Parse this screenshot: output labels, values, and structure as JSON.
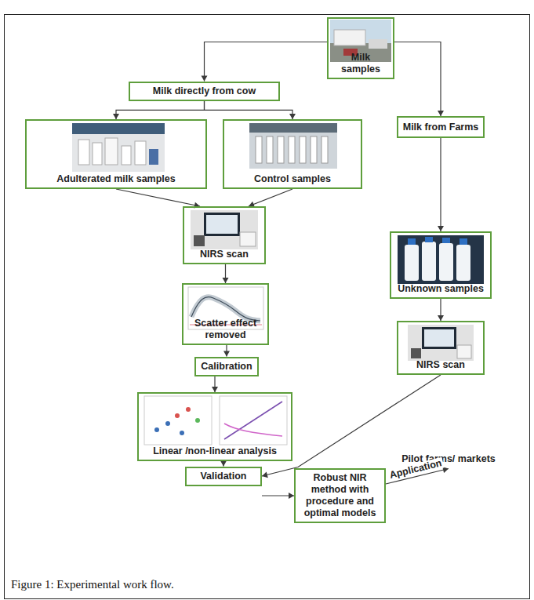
{
  "diagram": {
    "caption": "Figure 1: Experimental work flow.",
    "nodes": [
      {
        "text": [
          "Milk samples"
        ]
      },
      {
        "text": [
          "Milk directly from cow"
        ]
      },
      {
        "text": [
          "Milk from Farms"
        ]
      },
      {
        "text": [
          "Adulterated milk samples"
        ]
      },
      {
        "text": [
          "Control samples"
        ]
      },
      {
        "text": [
          "NIRS scan"
        ]
      },
      {
        "text": [
          "Unknown samples"
        ]
      },
      {
        "text": [
          "Scatter effect removed"
        ]
      },
      {
        "text": [
          "NIRS scan"
        ]
      },
      {
        "text": [
          "Calibration"
        ]
      },
      {
        "text": [
          "Linear /non-linear analysis"
        ]
      },
      {
        "text": [
          "Validation"
        ]
      },
      {
        "text": [
          "Robust NIR method with procedure and optimal models"
        ]
      },
      {
        "text": [
          "Pilot farms/ markets"
        ]
      }
    ],
    "edges": [
      {
        "from": 0,
        "to": 1,
        "arrow": "to"
      },
      {
        "from": 0,
        "to": 2,
        "arrow": "to"
      },
      {
        "from": 1,
        "to": 3,
        "arrow": "to"
      },
      {
        "from": 1,
        "to": 4,
        "arrow": "to"
      },
      {
        "from": 3,
        "to": 5,
        "arrow": "to"
      },
      {
        "from": 4,
        "to": 5,
        "arrow": "to"
      },
      {
        "from": 2,
        "to": 6,
        "arrow": "to"
      },
      {
        "from": 5,
        "to": 7,
        "arrow": "to"
      },
      {
        "from": 6,
        "to": 8,
        "arrow": "to"
      },
      {
        "from": 7,
        "to": 9,
        "arrow": "to"
      },
      {
        "from": 9,
        "to": 10,
        "arrow": "to"
      },
      {
        "from": 10,
        "to": 11,
        "arrow": "to"
      },
      {
        "from": 8,
        "to": 11,
        "arrow": "to"
      },
      {
        "from": 11,
        "to": 12,
        "arrow": "to"
      },
      {
        "from": 12,
        "to": 13,
        "label": "Application",
        "arrow": "to"
      }
    ]
  }
}
